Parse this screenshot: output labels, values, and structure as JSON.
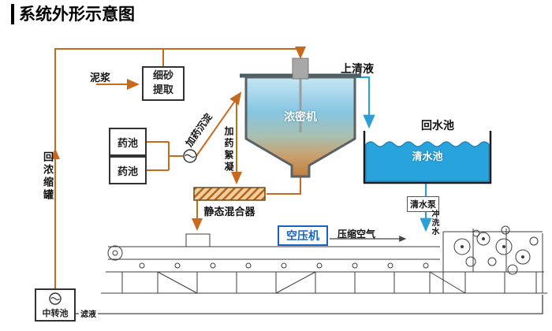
{
  "title": "系统外形示意图",
  "colors": {
    "flow_line": "#C86A1E",
    "water_line": "#2E9FD4",
    "water_fill": "#29A3DC",
    "compressor_blue": "#1565C0"
  },
  "labels": {
    "mud": "泥浆",
    "sand_extraction": "细砂提取",
    "chem_pool_a": "药池",
    "chem_pool_b": "药池",
    "dosing_sedimentation": "加药沉淀",
    "dosing_flocculation": "加药絮凝",
    "thickener": "浓密机",
    "supernatant": "上清液",
    "return_pool": "回水池",
    "clear_water_pool": "清水池",
    "clear_water_pump": "清水泵",
    "flush_water": "冲洗水",
    "static_mixer": "静态混合器",
    "air_compressor": "空压机",
    "compressed_air": "压缩空气",
    "return_concentrate_tank": "回浓缩罐",
    "transfer_pool": "中转池",
    "filtrate": "滤液"
  }
}
